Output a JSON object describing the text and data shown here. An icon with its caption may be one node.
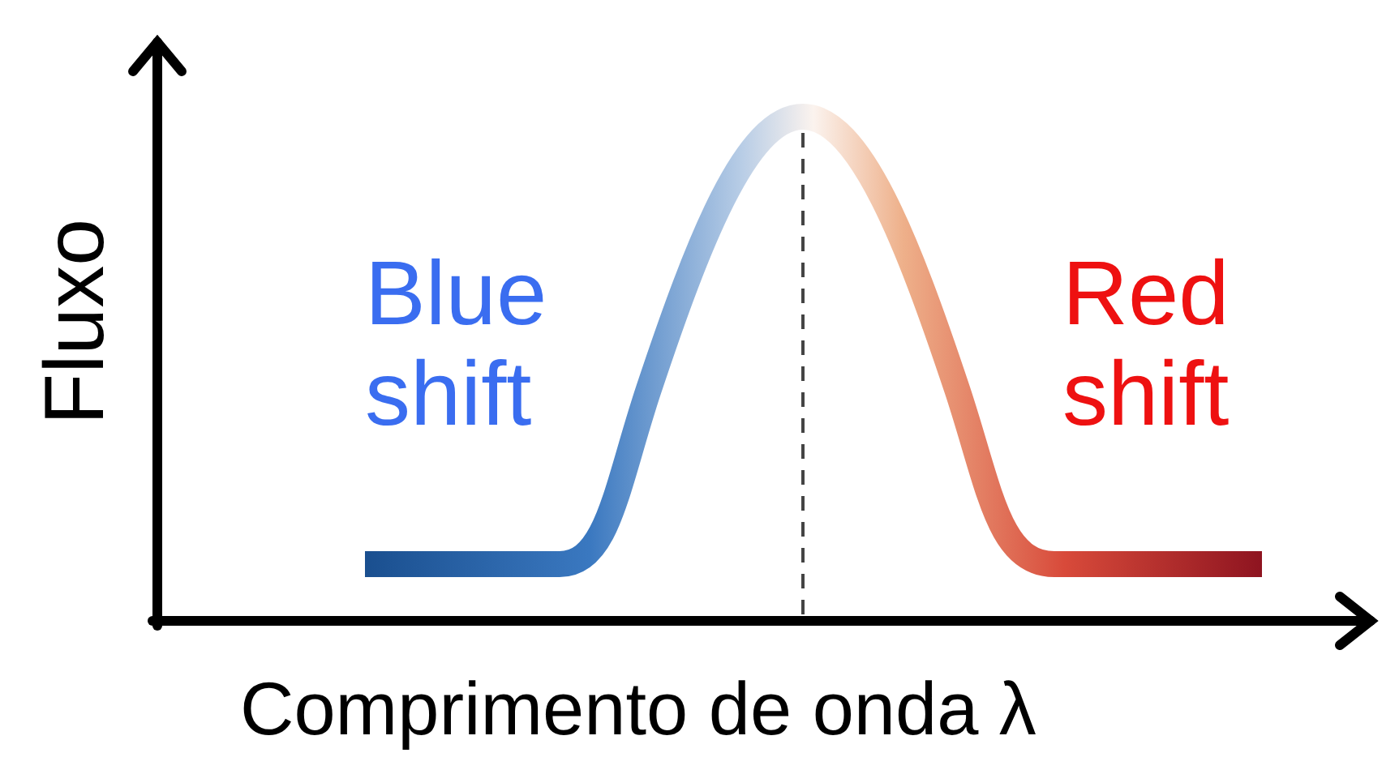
{
  "diagram": {
    "labels": [
      "Fluxo",
      "Blue shift",
      "Red shift",
      "Comprimento de onda λ"
    ]
  }
}
